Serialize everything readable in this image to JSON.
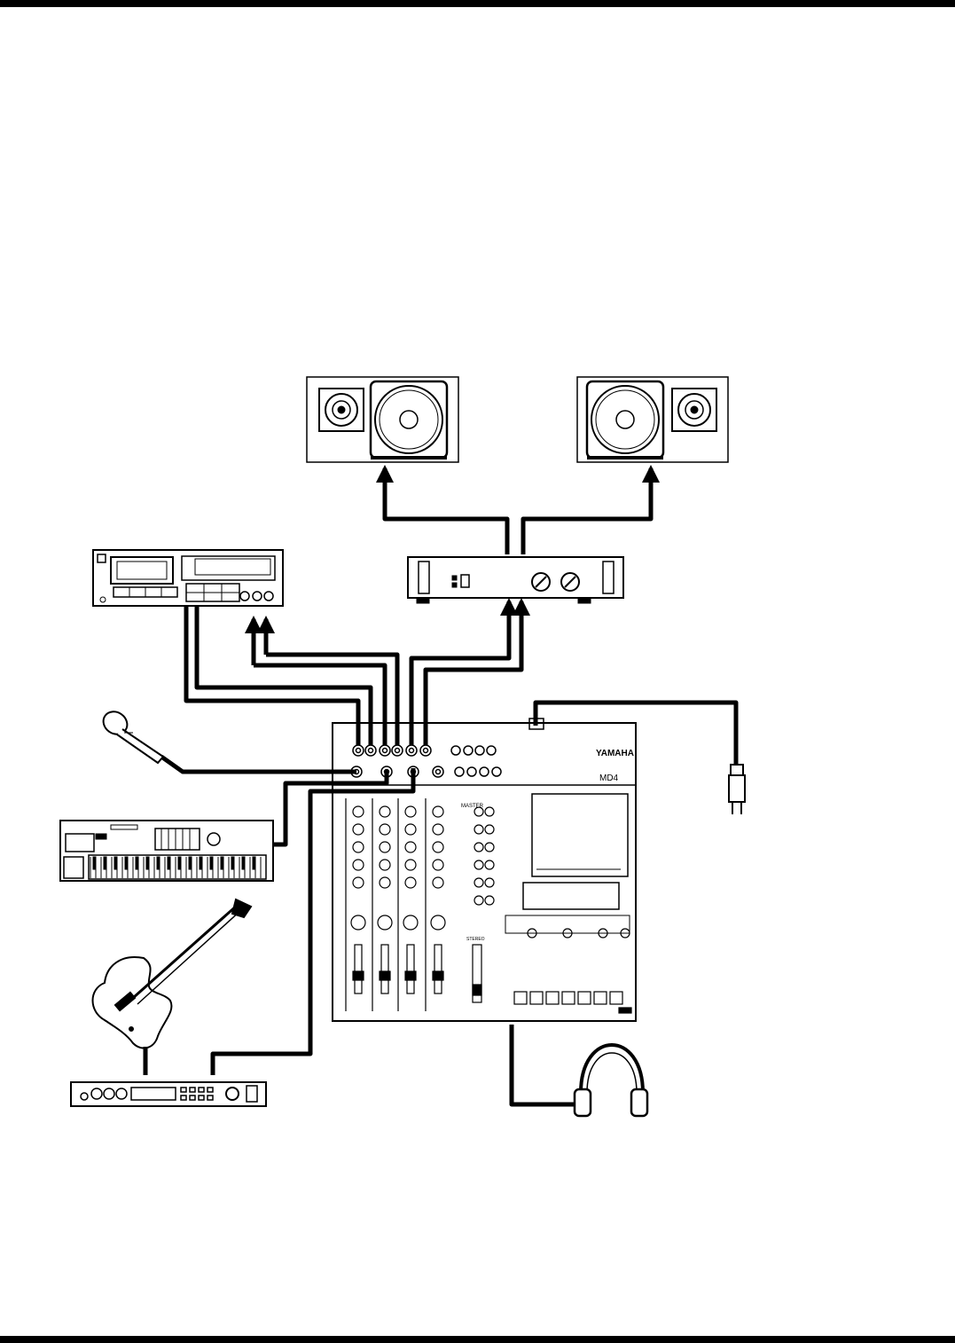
{
  "diagram": {
    "brand_label": "YAMAHA",
    "model_label": "MD4",
    "section_label": "MASTER",
    "fader_label": "STEREO",
    "devices": [
      {
        "name": "left-monitor-speaker"
      },
      {
        "name": "right-monitor-speaker"
      },
      {
        "name": "cassette-deck"
      },
      {
        "name": "power-amplifier"
      },
      {
        "name": "microphone"
      },
      {
        "name": "synthesizer-keyboard"
      },
      {
        "name": "electric-guitar"
      },
      {
        "name": "effects-processor"
      },
      {
        "name": "multitrack-recorder-mixer"
      },
      {
        "name": "headphones"
      },
      {
        "name": "ac-power-cord"
      }
    ],
    "colors": {
      "line": "#000000",
      "background": "#ffffff"
    }
  }
}
